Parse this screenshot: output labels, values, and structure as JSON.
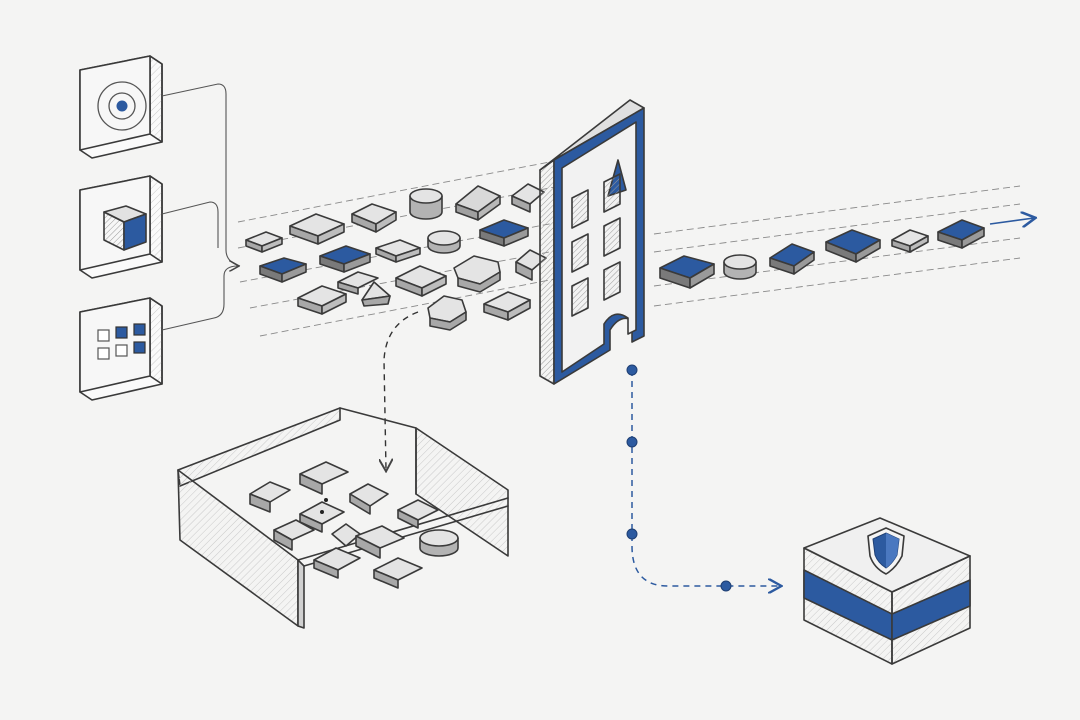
{
  "colors": {
    "background": "#f4f4f3",
    "ink": "#3a3a3a",
    "accent_blue": "#2c5aa0",
    "gray_top": "#d9d9d9",
    "gray_side": "#a9a9a9"
  },
  "diagram": {
    "inputs": [
      {
        "name": "input-card-target",
        "icon": "target-icon"
      },
      {
        "name": "input-card-cube",
        "icon": "cube-icon"
      },
      {
        "name": "input-card-grid",
        "icon": "grid-icon"
      }
    ],
    "filter": {
      "icon": "filter-gate",
      "window_count": 6,
      "glyph": "triangle-icon"
    },
    "rejected_bin": {
      "icon": "rejected-items-bin"
    },
    "secure_store": {
      "icon": "shield-icon"
    },
    "output_tokens": [
      "blue-slab",
      "gray-cylinder",
      "blue-slab",
      "blue-slab",
      "gray-slab",
      "blue-slab"
    ]
  }
}
